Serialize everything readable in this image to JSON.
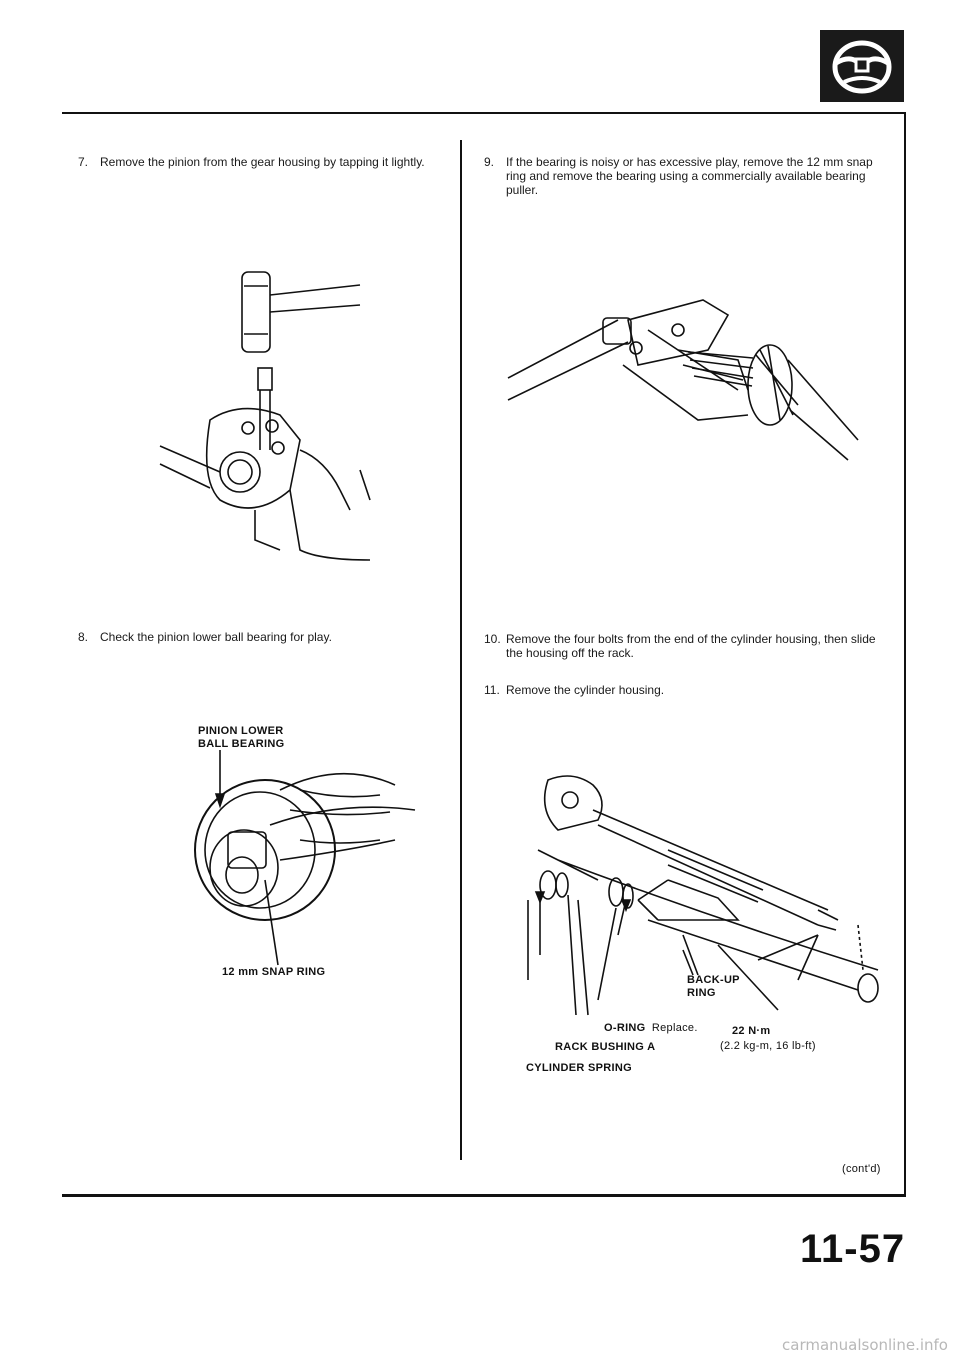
{
  "steps": [
    {
      "num": "7.",
      "text": "Remove the pinion from the gear housing by tapping it lightly."
    },
    {
      "num": "8.",
      "text": "Check the pinion lower ball bearing for play."
    },
    {
      "num": "9.",
      "text": "If the bearing is noisy or has excessive play, remove the 12 mm snap ring and remove the bearing using a commercially available bearing puller."
    },
    {
      "num": "10.",
      "text": "Remove the four bolts from the end of the cylinder housing, then slide the housing off the rack."
    },
    {
      "num": "11.",
      "text": "Remove the cylinder housing."
    }
  ],
  "labels": {
    "pinion_bearing": "PINION LOWER",
    "pinion_bearing_2": "BALL BEARING",
    "snap_ring": "12 mm SNAP RING",
    "backup_ring": "BACK-UP",
    "backup_ring_2": "RING",
    "o_ring": "O-RING",
    "o_ring_note": "Replace.",
    "torque": "22 N·m",
    "torque_alt": "(2.2 kg-m, 16 lb-ft)",
    "rack_bushing": "RACK BUSHING A",
    "cylinder_spring": "CYLINDER SPRING"
  },
  "footer": {
    "cont": "(cont'd)",
    "page_number": "11-57",
    "watermark": "carmanualsonline.info"
  },
  "icons": {
    "section": "steering-wheel-icon"
  },
  "colors": {
    "ink": "#111111",
    "section_tab": "#1a1a1a",
    "watermark": "#b8b8b8"
  }
}
